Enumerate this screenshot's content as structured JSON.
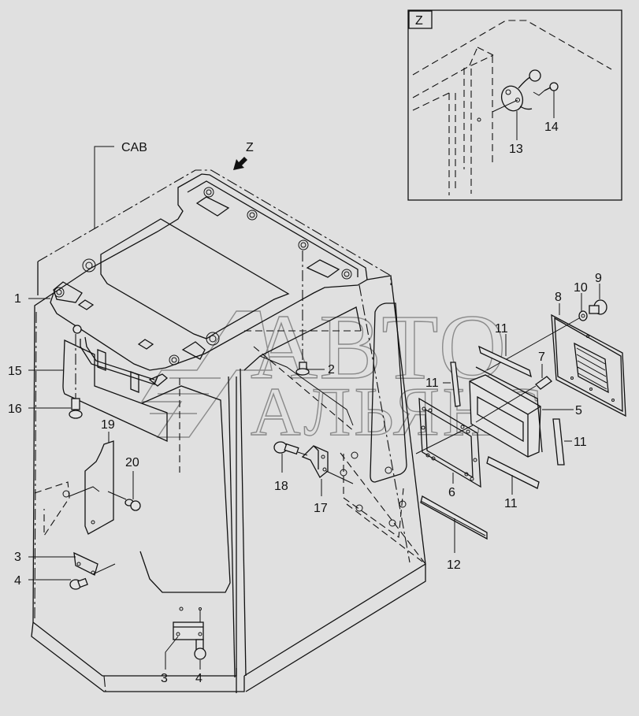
{
  "diagram": {
    "assembly_label": "CAB",
    "view_marker": "Z",
    "detail_view_label": "Z",
    "watermark": {
      "line1": "АВТО",
      "line2": "АЛЬЯНС"
    },
    "callouts": {
      "c1": "1",
      "c2": "2",
      "c3a": "3",
      "c4a": "4",
      "c3b": "3",
      "c4b": "4",
      "c5": "5",
      "c6": "6",
      "c7": "7",
      "c8": "8",
      "c9": "9",
      "c10": "10",
      "c11a": "11",
      "c11b": "11",
      "c11c": "11",
      "c11d": "11",
      "c12": "12",
      "c13": "13",
      "c14": "14",
      "c15": "15",
      "c16": "16",
      "c17": "17",
      "c18": "18",
      "c19": "19",
      "c20": "20"
    },
    "colors": {
      "background": "#e0e0e0",
      "line": "#111111",
      "watermark": "#8a8a8a"
    }
  }
}
